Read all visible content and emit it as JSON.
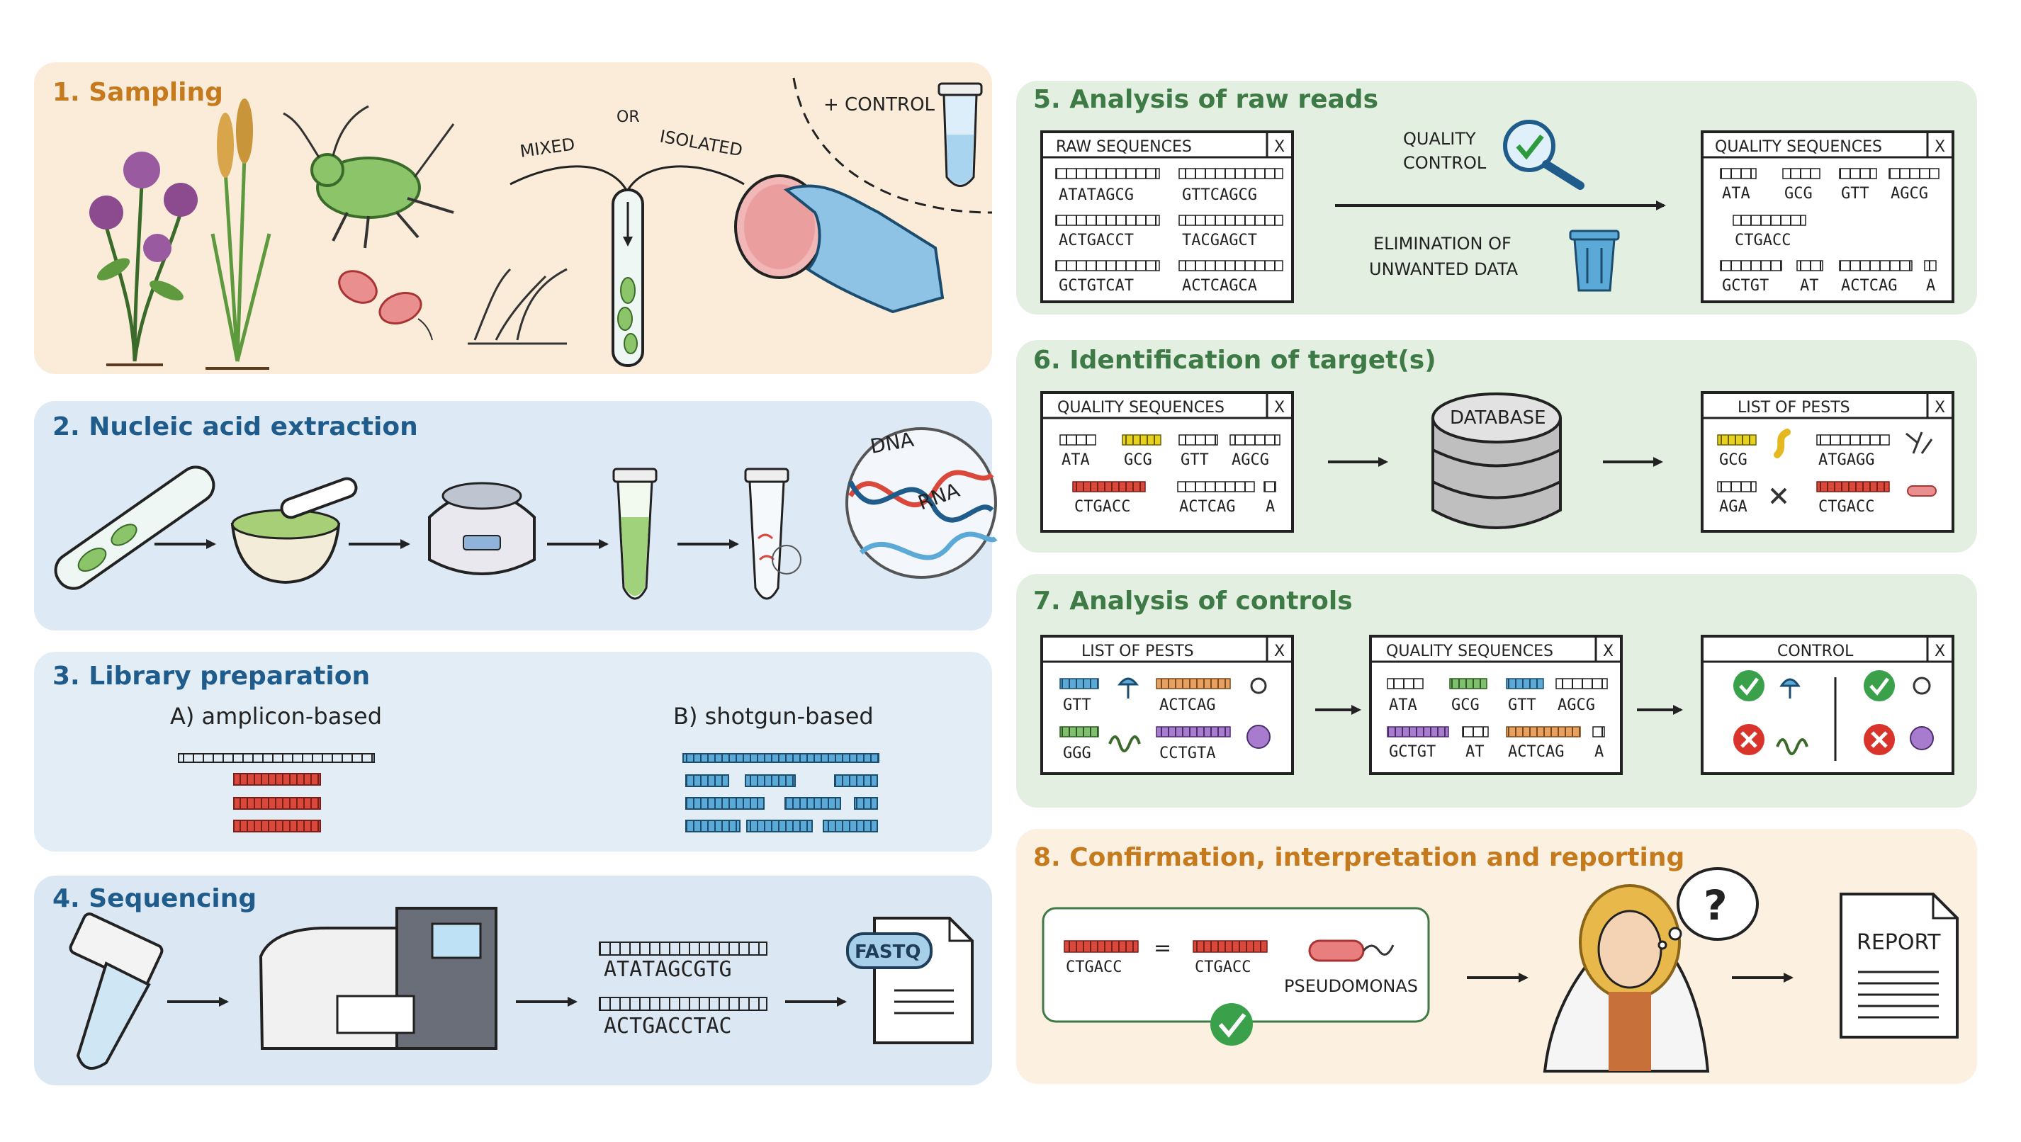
{
  "colors": {
    "orange": "#c57a1e",
    "blue": "#1f5c8c",
    "green": "#3d7a45",
    "bar_red": "#d9483b",
    "bar_blue": "#5aa9d6",
    "bar_yellow": "#e6d21f",
    "bar_green": "#7fbf6d",
    "bar_orange": "#e8a060",
    "bar_purple": "#a77ccf"
  },
  "left": {
    "s1": {
      "title": "1. Sampling",
      "or": "OR",
      "mixed": "MIXED",
      "isolated": "ISOLATED",
      "control": "+ CONTROL"
    },
    "s2": {
      "title": "2. Nucleic acid extraction",
      "dna": "DNA",
      "rna": "RNA"
    },
    "s3": {
      "title": "3. Library preparation",
      "a": "A) amplicon-based",
      "b": "B) shotgun-based"
    },
    "s4": {
      "title": "4. Sequencing",
      "seq1": "ATATAGCGTG",
      "seq2": "ACTGACCTAC",
      "fastq": "FASTQ"
    }
  },
  "right": {
    "s5": {
      "title": "5. Analysis of raw reads",
      "raw_title": "RAW SEQUENCES",
      "raw_seqs": [
        "ATATAGCG",
        "GTTCAGCG",
        "ACTGACCT",
        "TACGAGCT",
        "GCTGTCAT",
        "ACTCAGCA"
      ],
      "qc1": "QUALITY",
      "qc2": "CONTROL",
      "elim1": "ELIMINATION OF",
      "elim2": "UNWANTED DATA",
      "q_title": "QUALITY SEQUENCES",
      "q_seqs": [
        "ATA",
        "GCG",
        "GTT",
        "AGCG",
        "CTGACC",
        "GCTGT",
        "AT",
        "ACTCAG",
        "A"
      ]
    },
    "s6": {
      "title": "6. Identification of target(s)",
      "q_title": "QUALITY SEQUENCES",
      "q_seqs": [
        "ATA",
        "GCG",
        "GTT",
        "AGCG",
        "CTGACC",
        "ACTCAG",
        "A"
      ],
      "database": "DATABASE",
      "pests_title": "LIST OF PESTS",
      "pests_seqs": [
        "GCG",
        "ATGAGG",
        "AGA",
        "CTGACC"
      ]
    },
    "s7": {
      "title": "7. Analysis of controls",
      "pests_title": "LIST OF PESTS",
      "pests_seqs": [
        "GTT",
        "ACTCAG",
        "GGG",
        "CCTGTA"
      ],
      "q_title": "QUALITY SEQUENCES",
      "q_seqs": [
        "ATA",
        "GCG",
        "GTT",
        "AGCG",
        "GCTGT",
        "AT",
        "ACTCAG",
        "A"
      ],
      "control_title": "CONTROL"
    },
    "s8": {
      "title": "8. Confirmation, interpretation and reporting",
      "seq_left": "CTGACC",
      "equals": "=",
      "seq_right": "CTGACC",
      "pathogen": "PSEUDOMONAS",
      "question": "?",
      "report": "REPORT"
    },
    "close": "X"
  }
}
